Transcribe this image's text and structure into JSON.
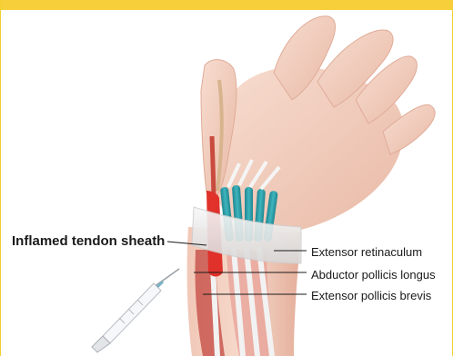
{
  "labels": {
    "inflamed_tendon_sheath": "Inflamed tendon sheath",
    "extensor_retinaculum": "Extensor retinaculum",
    "abductor_pollicis_longus": "Abductor pollicis longus",
    "extensor_pollicis_brevis": "Extensor pollicis brevis"
  },
  "colors": {
    "top_bar": "#f6cf3a",
    "skin": "#f4d3c4",
    "skin_shadow": "#e3b5a3",
    "tendon_teal": "#2a9aa4",
    "inflamed_red": "#e0312b",
    "bandage": "#eeeeee",
    "leader_line": "#1a1a1a"
  }
}
